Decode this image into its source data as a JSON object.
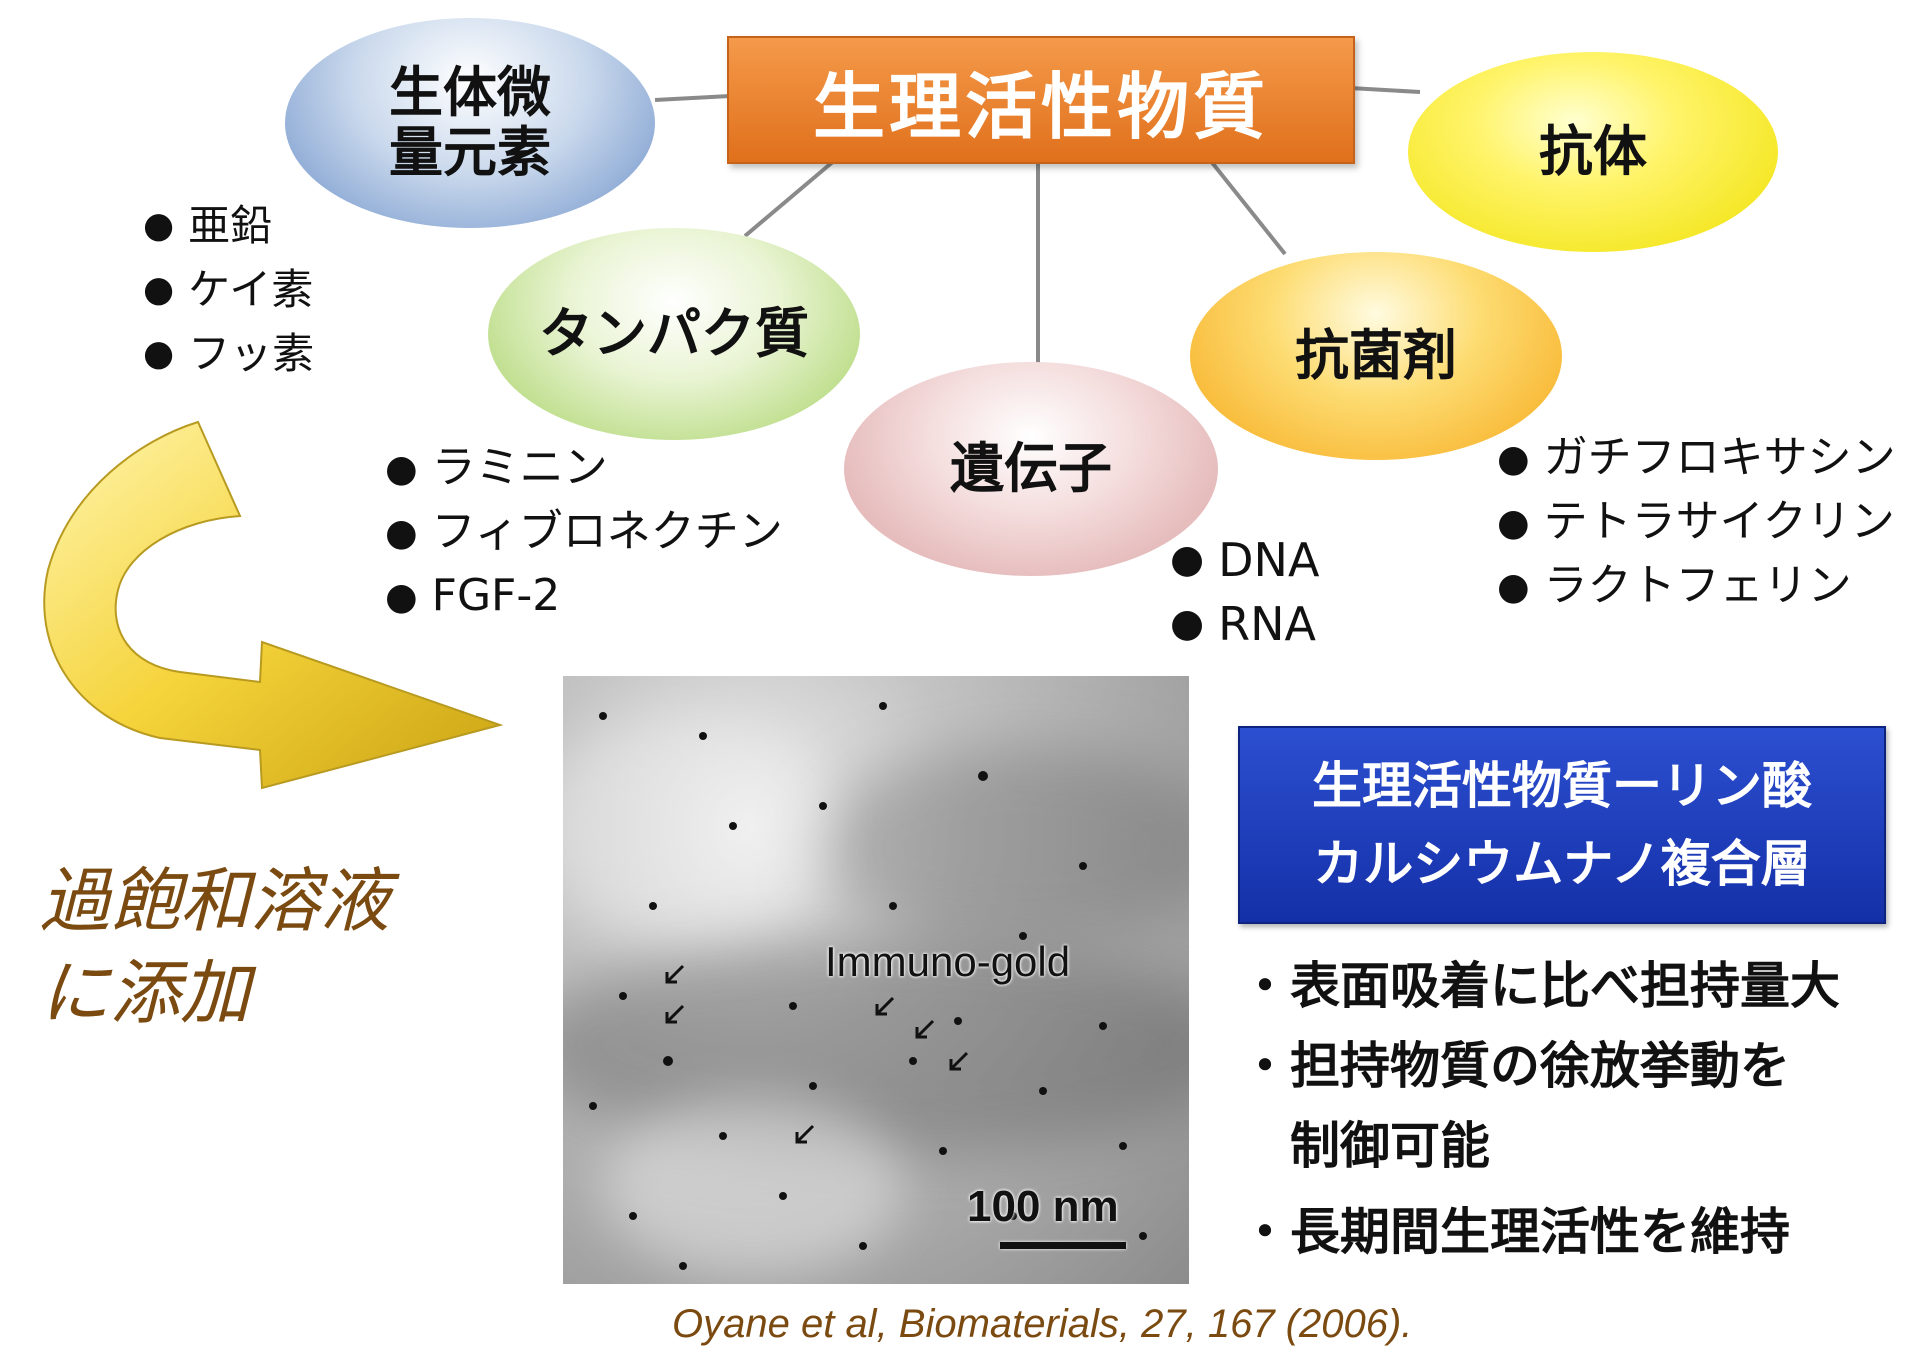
{
  "root": {
    "label": "生理活性物質"
  },
  "nodes": {
    "trace_elements": {
      "label_line1": "生体微",
      "label_line2": "量元素",
      "items": [
        "亜鉛",
        "ケイ素",
        "フッ素"
      ]
    },
    "protein": {
      "label": "タンパク質",
      "items": [
        "ラミニン",
        "フィブロネクチン",
        "FGF-2"
      ]
    },
    "gene": {
      "label": "遺伝子",
      "items": [
        "DNA",
        "RNA"
      ]
    },
    "antibacterial": {
      "label": "抗菌剤",
      "items": [
        "ガチフロキサシン",
        "テトラサイクリン",
        "ラクトフェリン"
      ]
    },
    "antibody": {
      "label": "抗体"
    }
  },
  "process_label": {
    "line1": "過飽和溶液",
    "line2": "に添加"
  },
  "micrograph": {
    "label": "Immuno-gold",
    "scale_bar": "100 nm"
  },
  "result_box": {
    "line1": "生理活性物質ーリン酸",
    "line2": "カルシウムナノ複合層"
  },
  "benefits": [
    "・表面吸着に比べ担持量大",
    "・担持物質の徐放挙動を",
    "　制御可能",
    "・長期間生理活性を維持"
  ],
  "citation": "Oyane et al, Biomaterials, 27, 167 (2006).",
  "colors": {
    "root_fill": "#e87722",
    "result_box_fill": "#1e3fbf",
    "process_text": "#7a4a10",
    "citation": "#7a4a10",
    "arrow": "#f2cb2a"
  }
}
